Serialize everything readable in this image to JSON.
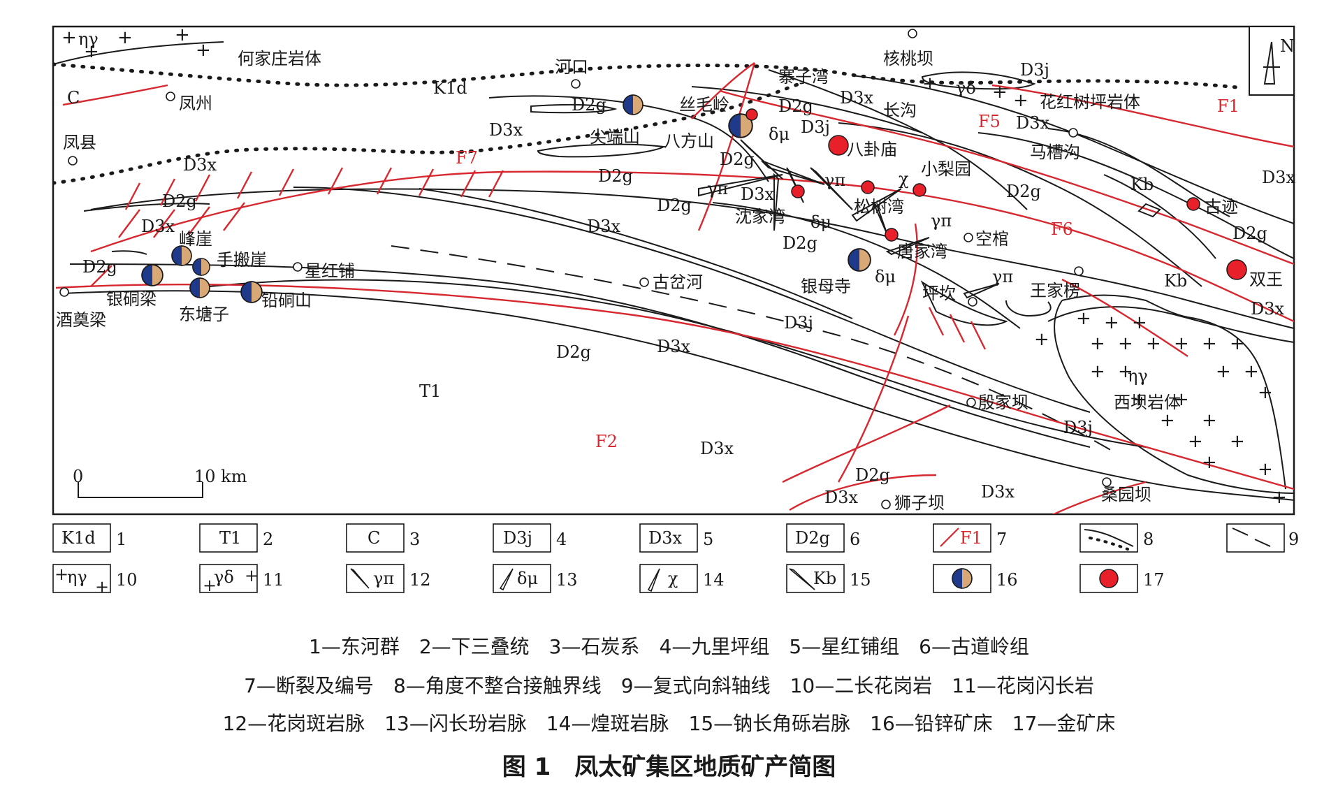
{
  "map": {
    "places": {
      "hejiazhuang": "何家庄岩体",
      "fengzhou": "凤州",
      "fengxian": "凤县",
      "hekou": "河口",
      "jianduanshan": "尖端山",
      "simaoling": "丝毛岭",
      "bafangshan": "八方山",
      "zhaiziwan": "寨子湾",
      "hetaoba": "核桃坝",
      "changgou": "长沟",
      "huahongshuping": "花红树坪岩体",
      "baguamiao": "八卦庙",
      "xiaoliyuan": "小梨园",
      "macaogou": "马槽沟",
      "shenjiawan": "沈家湾",
      "songshuwan": "松树湾",
      "gongguan": "空棺",
      "tangjiawan": "唐家湾",
      "guji": "古迹",
      "shuangwang": "双王",
      "fengya": "峰崖",
      "shoubanya": "手搬崖",
      "xinghongpu": "星红铺",
      "yintongliang": "银硐梁",
      "dongtangzi": "东塘子",
      "qiantongshan": "铅硐山",
      "jiumoliang": "酒奠梁",
      "guchahe": "古岔河",
      "yinmusi": "银母寺",
      "pingkan": "坪坎",
      "wangjialao": "王家楞",
      "xibayanti": "西坝岩体",
      "yinjiaba": "殷家坝",
      "shiziba": "狮子坝",
      "sangyuanba": "桑园坝"
    },
    "units": {
      "k1d": "K1d",
      "t1": "T1",
      "c": "C",
      "d3j": "D3j",
      "d3x": "D3x",
      "d2g": "D2g",
      "kb": "Kb"
    },
    "faults": {
      "f1": "F1",
      "f2": "F2",
      "f5": "F5",
      "f6": "F6",
      "f7": "F7"
    },
    "dikes": {
      "gpi": "γπ",
      "dmu": "δμ",
      "chi": "χ"
    },
    "rocks": {
      "etagamma": "ηγ",
      "gammadelta": "γδ"
    },
    "north": "N",
    "scale": {
      "zero": "0",
      "ten": "10 km"
    },
    "colors": {
      "fault": "#d7282f",
      "gold": "#e8202a",
      "pbzn_dark": "#1f3a8a",
      "pbzn_light": "#d9a877"
    }
  },
  "legend": {
    "numbers": [
      "1",
      "2",
      "3",
      "4",
      "5",
      "6",
      "7",
      "8",
      "9",
      "10",
      "11",
      "12",
      "13",
      "14",
      "15",
      "16",
      "17"
    ]
  },
  "caption": {
    "line1": [
      "1—东河群",
      "2—下三叠统",
      "3—石炭系",
      "4—九里坪组",
      "5—星红铺组",
      "6—古道岭组"
    ],
    "line2": [
      "7—断裂及编号",
      "8—角度不整合接触界线",
      "9—复式向斜轴线",
      "10—二长花岗岩",
      "11—花岗闪长岩"
    ],
    "line3": [
      "12—花岗斑岩脉",
      "13—闪长玢岩脉",
      "14—煌斑岩脉",
      "15—钠长角砾岩脉",
      "16—铅锌矿床",
      "17—金矿床"
    ],
    "figure_title": "图 1　凤太矿集区地质矿产简图"
  }
}
